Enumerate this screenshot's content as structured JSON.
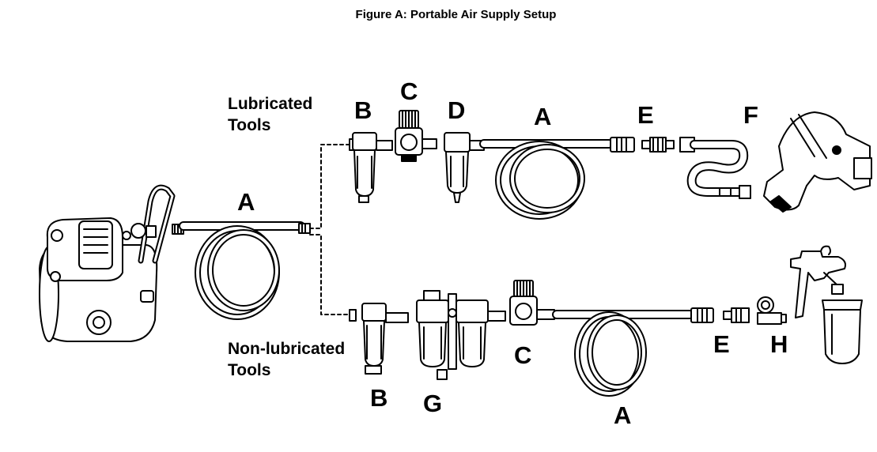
{
  "title": "Figure A:  Portable Air Supply Setup",
  "groups": {
    "lubricated": [
      "Lubricated",
      "Tools"
    ],
    "non_lubricated": [
      "Non-lubricated",
      "Tools"
    ]
  },
  "labels": {
    "a_main": "A",
    "b_top": "B",
    "c_top": "C",
    "d_top": "D",
    "a_top": "A",
    "e_top": "E",
    "f_top": "F",
    "b_bot": "B",
    "g_bot": "G",
    "c_bot": "C",
    "a_bot": "A",
    "e_bot": "E",
    "h_bot": "H"
  }
}
